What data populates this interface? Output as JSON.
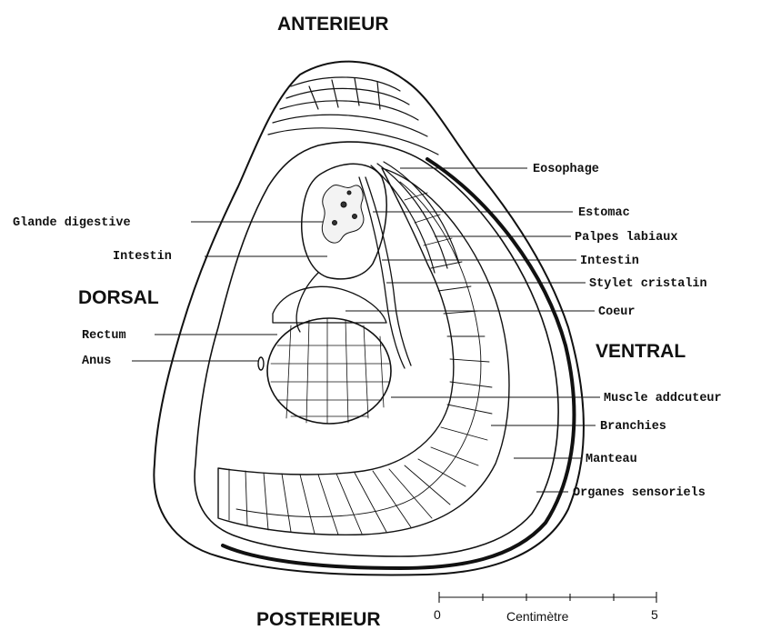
{
  "orientation": {
    "anterior": "ANTERIEUR",
    "posterior": "POSTERIEUR",
    "dorsal": "DORSAL",
    "ventral": "VENTRAL"
  },
  "labels": {
    "eosophage": "Eosophage",
    "estomac": "Estomac",
    "glande_digestive": "Glande digestive",
    "palpes_labiaux": "Palpes labiaux",
    "intestin_left": "Intestin",
    "intestin_right": "Intestin",
    "stylet_cristalin": "Stylet cristalin",
    "coeur": "Coeur",
    "rectum": "Rectum",
    "anus": "Anus",
    "muscle_adducteur": "Muscle addcuteur",
    "branchies": "Branchies",
    "manteau": "Manteau",
    "organes_sensoriels": "Organes sensoriels"
  },
  "scale": {
    "min": "0",
    "max": "5",
    "unit": "Centimètre"
  }
}
